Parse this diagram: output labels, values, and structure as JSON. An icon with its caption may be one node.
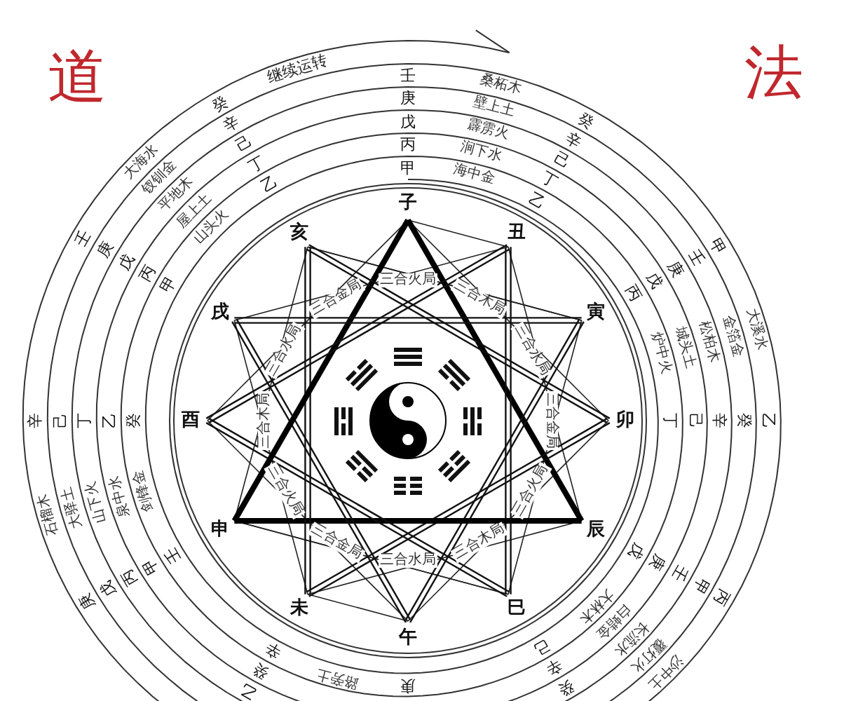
{
  "diagram": {
    "labels": [
      "道",
      "法",
      "继续运转",
      "甲",
      "乙",
      "丙",
      "丁",
      "戊",
      "己",
      "庚",
      "辛",
      "壬",
      "癸",
      "甲",
      "乙",
      "丙",
      "丁",
      "戊",
      "己",
      "庚",
      "辛",
      "癸",
      "甲",
      "乙",
      "丙",
      "丁",
      "戊",
      "己",
      "庚",
      "辛",
      "壬",
      "癸",
      "乙",
      "丙",
      "丁",
      "戊",
      "己",
      "庚",
      "辛",
      "壬",
      "癸",
      "甲",
      "戊",
      "己",
      "庚",
      "辛",
      "壬",
      "癸",
      "甲",
      "乙",
      "丙",
      "庚",
      "辛",
      "壬",
      "癸",
      "海中金",
      "炉中火",
      "大林木",
      "路旁土",
      "剑锋金",
      "山头火",
      "涧下水",
      "城头土",
      "白蜡金",
      "泉中水",
      "屋上土",
      "霹雳火",
      "松柏木",
      "长流水",
      "山下火",
      "平地木",
      "壁上土",
      "金箔金",
      "覆灯火",
      "大驿土",
      "钗钏金",
      "桑柘木",
      "大溪水",
      "沙中土",
      "石榴木",
      "大海水",
      "子",
      "丑",
      "寅",
      "卯",
      "辰",
      "巳",
      "午",
      "未",
      "申",
      "酉",
      "戌",
      "亥",
      "三合火局",
      "三合木局",
      "三合水局",
      "三合金局",
      "三合火局",
      "三合木局",
      "三合水局",
      "三合金局",
      "三合火局",
      "三合木局",
      "三合水局",
      "三合金局"
    ]
  }
}
